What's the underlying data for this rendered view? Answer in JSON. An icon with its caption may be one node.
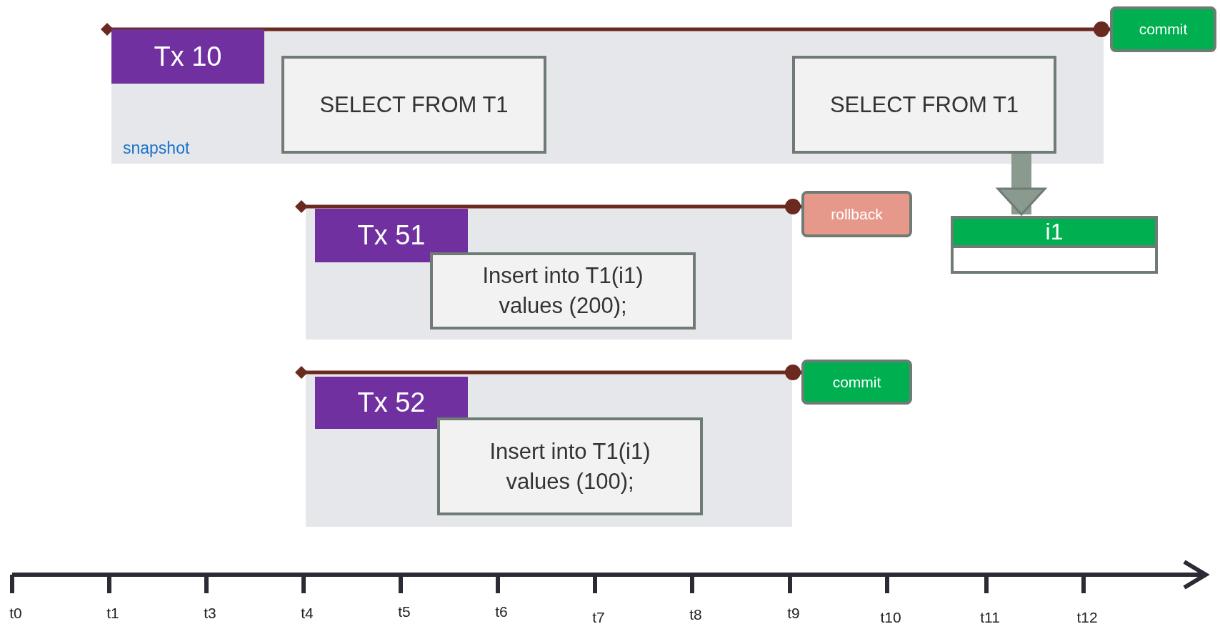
{
  "diagram": {
    "nodes": [
      {
        "text": [
          "snapshot"
        ]
      },
      {
        "text": [
          "Tx 10"
        ],
        "in": 0
      },
      {
        "text": [
          "SELECT FROM T1"
        ],
        "in": 0
      },
      {
        "text": [
          "SELECT FROM T1"
        ],
        "in": 0
      },
      {
        "text": [
          "commit"
        ]
      },
      {
        "text": [],
        "shape": "box"
      },
      {
        "text": [
          "Tx 51"
        ],
        "in": 5
      },
      {
        "text": [
          "Insert into T1(i1) values (200);"
        ],
        "in": 5
      },
      {
        "text": [
          "rollback"
        ]
      },
      {
        "text": [],
        "shape": "box"
      },
      {
        "text": [
          "Tx 52"
        ],
        "in": 9
      },
      {
        "text": [
          "Insert into T1(i1) values (100);"
        ],
        "in": 9
      },
      {
        "text": [
          "commit"
        ]
      },
      {
        "text": [
          "i1"
        ]
      }
    ],
    "edges": [
      {
        "from": 0,
        "to": 4,
        "arrow": "other"
      },
      {
        "from": 5,
        "to": 8,
        "arrow": "other"
      },
      {
        "from": 9,
        "to": 12,
        "arrow": "other"
      },
      {
        "from": 3,
        "to": 13,
        "arrow": "to",
        "style": "thick",
        "color": "#8a9a8f"
      }
    ],
    "labels": [
      "t0",
      "t1",
      "t3",
      "t4",
      "t5",
      "t6",
      "t7",
      "t8",
      "t9",
      "t10",
      "t11",
      "t12"
    ]
  }
}
